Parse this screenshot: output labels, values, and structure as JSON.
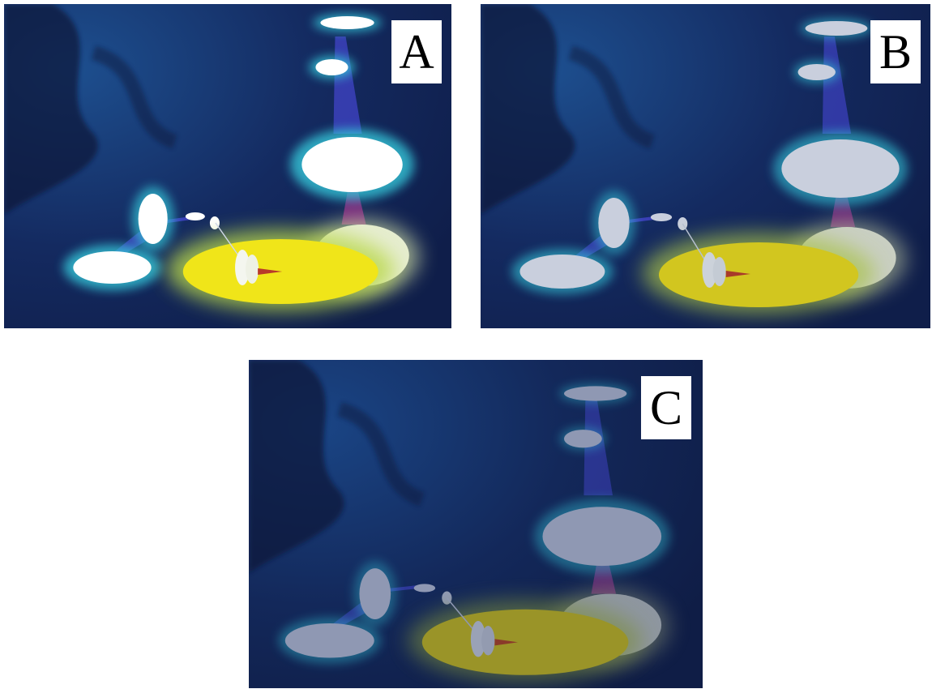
{
  "panels": [
    {
      "id": "A",
      "label": "A",
      "brightness": 1.0
    },
    {
      "id": "B",
      "label": "B",
      "brightness": 0.82
    },
    {
      "id": "C",
      "label": "C",
      "brightness": 0.62
    }
  ],
  "colors": {
    "background_dark": "#0f2050",
    "background_light": "#1d4f8f",
    "disc_white": "#ffffff",
    "disc_glow_cyan": "#36c6d8",
    "yellow_disc": "#f0e519",
    "yellow_glow": "#b9d84a",
    "blue_beam": "#3a3fb6",
    "purple_beam": "#7a2a7e",
    "pointer_red": "#b83a2a",
    "label_background": "#ffffff"
  }
}
